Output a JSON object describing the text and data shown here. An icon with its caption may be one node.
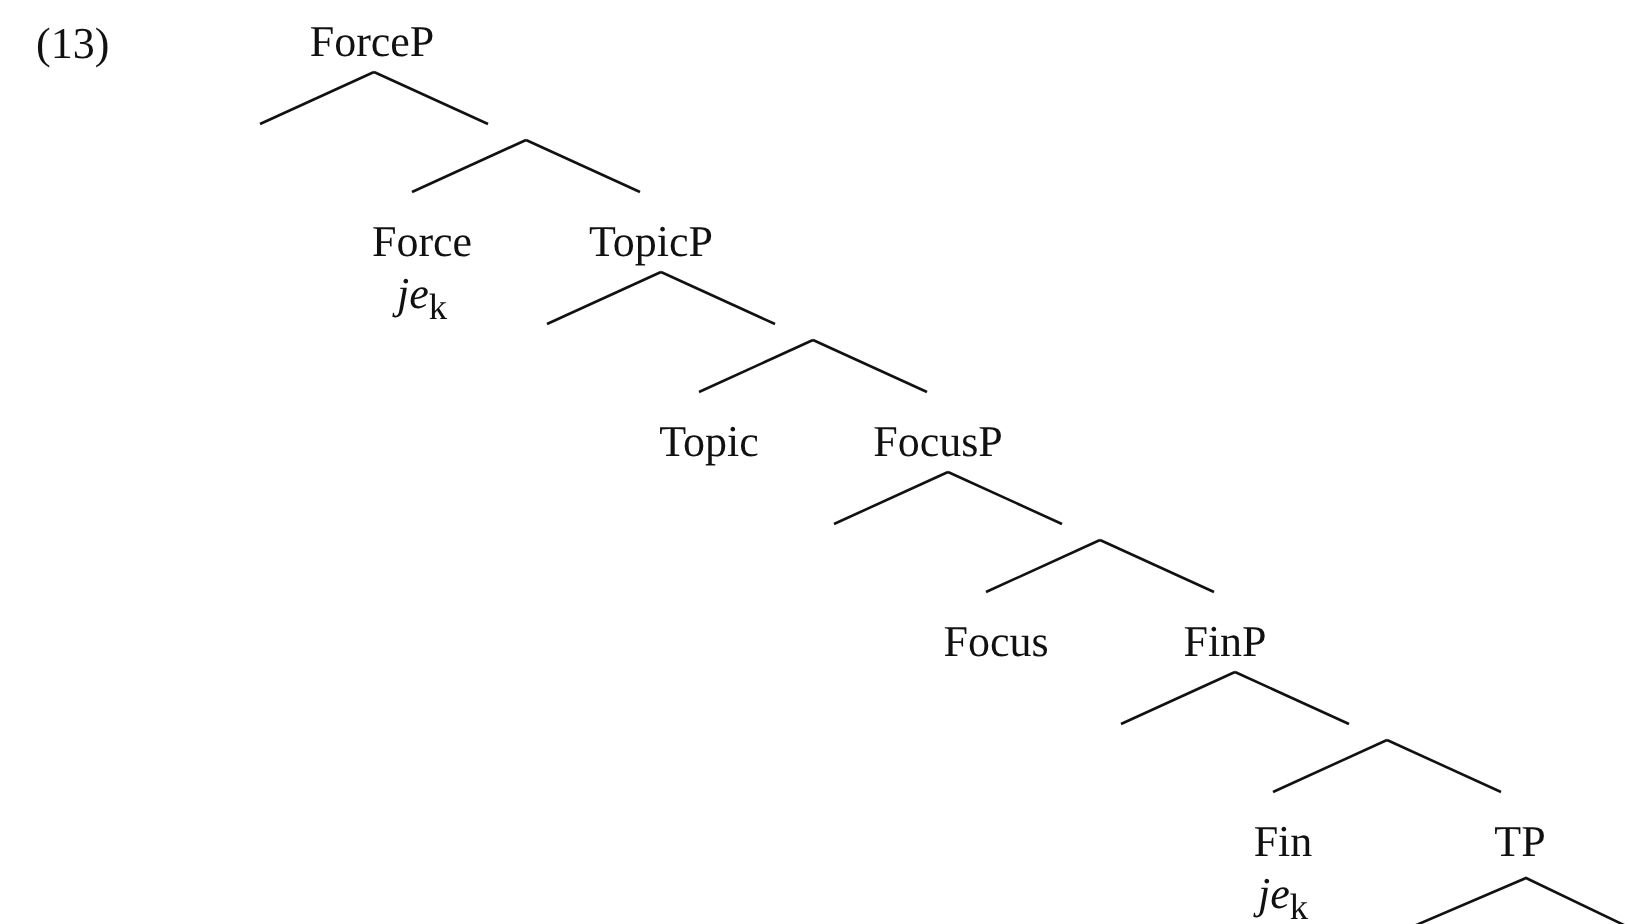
{
  "diagram": {
    "nodes": [
      {
        "text": [
          "ForceP"
        ]
      },
      {
        "text": [
          "Force",
          "*je*$_{k}$"
        ]
      },
      {
        "text": [
          "TopicP"
        ]
      },
      {
        "text": [
          "Topic"
        ]
      },
      {
        "text": [
          "FocusP"
        ]
      },
      {
        "text": [
          "Focus"
        ]
      },
      {
        "text": [
          "FinP"
        ]
      },
      {
        "text": [
          "Fin",
          "*je*$_{k}$"
        ]
      },
      {
        "text": [
          "TP"
        ]
      }
    ],
    "edges": [
      {
        "from": 0,
        "to": null,
        "arrow": "none"
      },
      {
        "from": 0,
        "to": null,
        "arrow": "none"
      },
      {
        "from": null,
        "to": 1,
        "arrow": "none"
      },
      {
        "from": null,
        "to": 2,
        "arrow": "none"
      },
      {
        "from": 2,
        "to": null,
        "arrow": "none"
      },
      {
        "from": 2,
        "to": null,
        "arrow": "none"
      },
      {
        "from": null,
        "to": 3,
        "arrow": "none"
      },
      {
        "from": null,
        "to": 4,
        "arrow": "none"
      },
      {
        "from": 4,
        "to": null,
        "arrow": "none"
      },
      {
        "from": 4,
        "to": null,
        "arrow": "none"
      },
      {
        "from": null,
        "to": 5,
        "arrow": "none"
      },
      {
        "from": null,
        "to": 6,
        "arrow": "none"
      },
      {
        "from": 6,
        "to": null,
        "arrow": "none"
      },
      {
        "from": 6,
        "to": null,
        "arrow": "none"
      },
      {
        "from": null,
        "to": 7,
        "arrow": "none"
      },
      {
        "from": null,
        "to": 8,
        "arrow": "none"
      }
    ],
    "labels": [
      "(13)"
    ]
  }
}
